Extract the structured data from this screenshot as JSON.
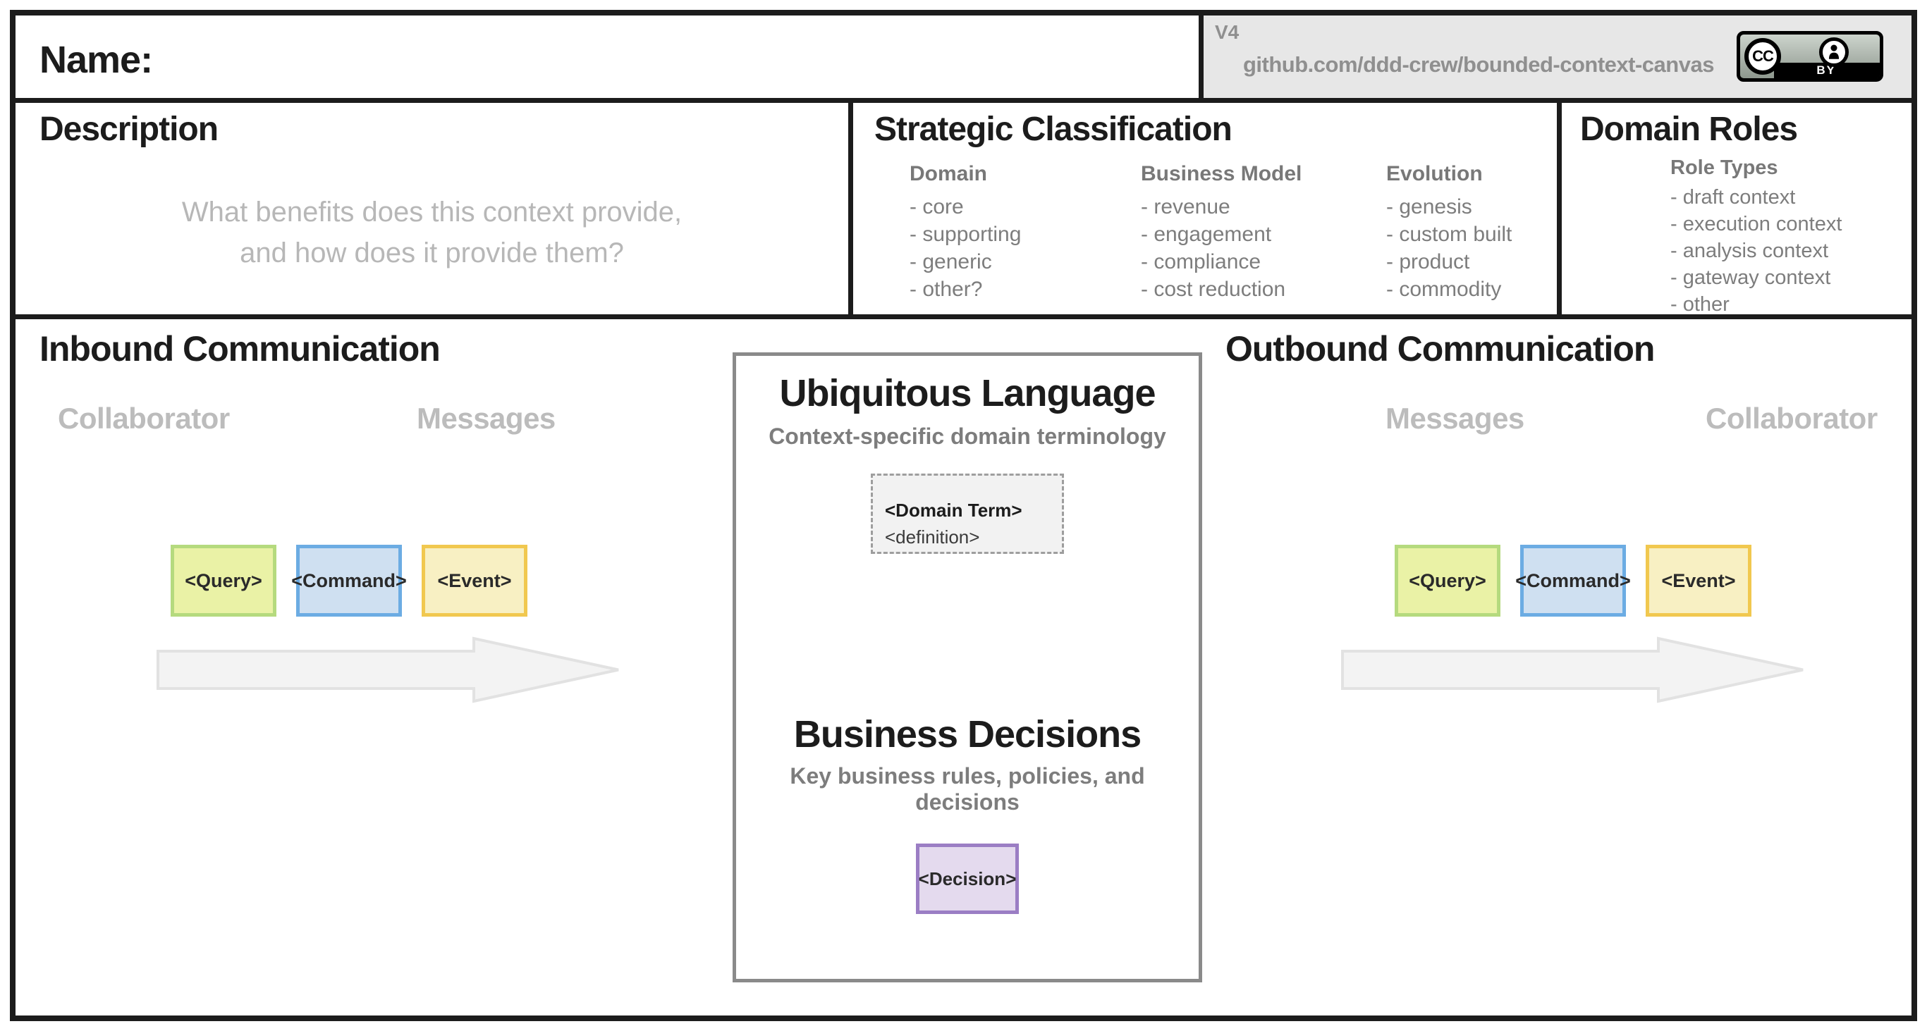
{
  "header": {
    "name_label": "Name:",
    "version": "V4",
    "repo_link": "github.com/ddd-crew/bounded-context-canvas",
    "license_badge": {
      "cc": "CC",
      "by": "BY"
    }
  },
  "description": {
    "title": "Description",
    "placeholder": [
      "What benefits does this context provide,",
      "and how does it provide them?"
    ]
  },
  "strategic_classification": {
    "title": "Strategic Classification",
    "columns": [
      {
        "header": "Domain",
        "items": [
          "- core",
          "- supporting",
          "- generic",
          "- other?"
        ]
      },
      {
        "header": "Business Model",
        "items": [
          "- revenue",
          "- engagement",
          "- compliance",
          "- cost reduction"
        ]
      },
      {
        "header": "Evolution",
        "items": [
          "- genesis",
          "- custom built",
          "- product",
          "- commodity"
        ]
      }
    ]
  },
  "domain_roles": {
    "title": "Domain Roles",
    "group_header": "Role Types",
    "items": [
      "- draft context",
      "- execution context",
      "- analysis context",
      "- gateway context",
      "- other"
    ]
  },
  "inbound": {
    "title": "Inbound Communication",
    "collaborator_label": "Collaborator",
    "messages_label": "Messages"
  },
  "outbound": {
    "title": "Outbound Communication",
    "messages_label": "Messages",
    "collaborator_label": "Collaborator"
  },
  "message_cards": [
    {
      "label": "<Query>",
      "fill": "#EAF2A6",
      "border": "#B5DA7E"
    },
    {
      "label": "<Command>",
      "fill": "#CFE0F1",
      "border": "#6CACE3"
    },
    {
      "label": "<Event>",
      "fill": "#F8F0C3",
      "border": "#F1C84F"
    }
  ],
  "ubiquitous_language": {
    "title": "Ubiquitous Language",
    "subtitle": "Context-specific domain terminology",
    "term_card": {
      "term": "<Domain Term>",
      "definition": "<definition>"
    }
  },
  "business_decisions": {
    "title": "Business Decisions",
    "subtitle": "Key business rules, policies, and decisions",
    "decision_card": {
      "label": "<Decision>",
      "fill": "#E4DAEE",
      "border": "#9B7EC4"
    }
  },
  "colors": {
    "outer_border": "#1C1C1C",
    "center_panel_border": "#8A8A8A",
    "version_box_bg": "#E7E7E7",
    "muted_text": "#787878",
    "faint_text": "#B7B7B7",
    "arrow_fill": "#F3F3F3",
    "arrow_border": "#E2E2E2",
    "term_card_bg": "#F2F2F2",
    "term_card_border": "#9E9E9E"
  }
}
